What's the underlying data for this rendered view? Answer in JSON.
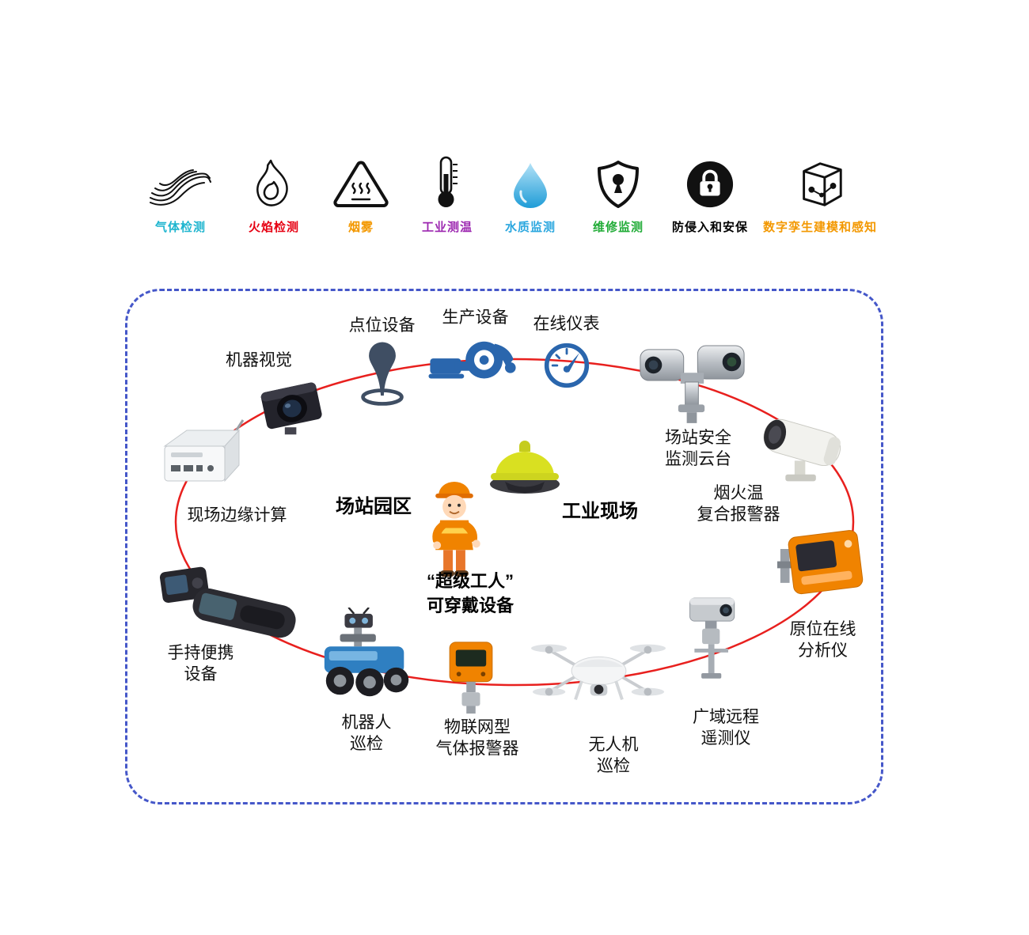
{
  "legend": {
    "items": [
      {
        "id": "gas-detection",
        "label": "气体检测",
        "color": "#1fb5cf"
      },
      {
        "id": "flame-detection",
        "label": "火焰检测",
        "color": "#e60012"
      },
      {
        "id": "smoke",
        "label": "烟雾",
        "color": "#f39800"
      },
      {
        "id": "industrial-temp",
        "label": "工业测温",
        "color": "#9c27b0"
      },
      {
        "id": "water-quality",
        "label": "水质监测",
        "color": "#2ba7df"
      },
      {
        "id": "maintenance",
        "label": "维修监测",
        "color": "#22ac38"
      },
      {
        "id": "anti-intrusion",
        "label": "防侵入和安保",
        "color": "#000000"
      },
      {
        "id": "digital-twin",
        "label": "数字孪生建模和感知",
        "color": "#f39800"
      }
    ]
  },
  "diagram": {
    "colors": {
      "ellipse": "#e8201e",
      "frame_border": "#4557c9"
    },
    "center": {
      "station_title": "场站园区",
      "site_title": "工业现场",
      "wearable_caption": "“超级工人”\n可穿戴设备"
    },
    "nodes": [
      {
        "id": "machine-vision",
        "label": "机器视觉"
      },
      {
        "id": "point-device",
        "label": "点位设备"
      },
      {
        "id": "production-equipment",
        "label": "生产设备"
      },
      {
        "id": "online-instrument",
        "label": "在线仪表"
      },
      {
        "id": "station-security-ptz",
        "label": "场站安全\n监测云台"
      },
      {
        "id": "fire-smoke-temp-alarm",
        "label": "烟火温\n复合报警器"
      },
      {
        "id": "insitu-analyzer",
        "label": "原位在线\n分析仪"
      },
      {
        "id": "wide-area-telemetry",
        "label": "广域远程\n遥测仪"
      },
      {
        "id": "drone-inspection",
        "label": "无人机\n巡检"
      },
      {
        "id": "iot-gas-alarm",
        "label": "物联网型\n气体报警器"
      },
      {
        "id": "robot-inspection",
        "label": "机器人\n巡检"
      },
      {
        "id": "handheld-device",
        "label": "手持便携\n设备"
      },
      {
        "id": "edge-computing",
        "label": "现场边缘计算"
      }
    ]
  }
}
